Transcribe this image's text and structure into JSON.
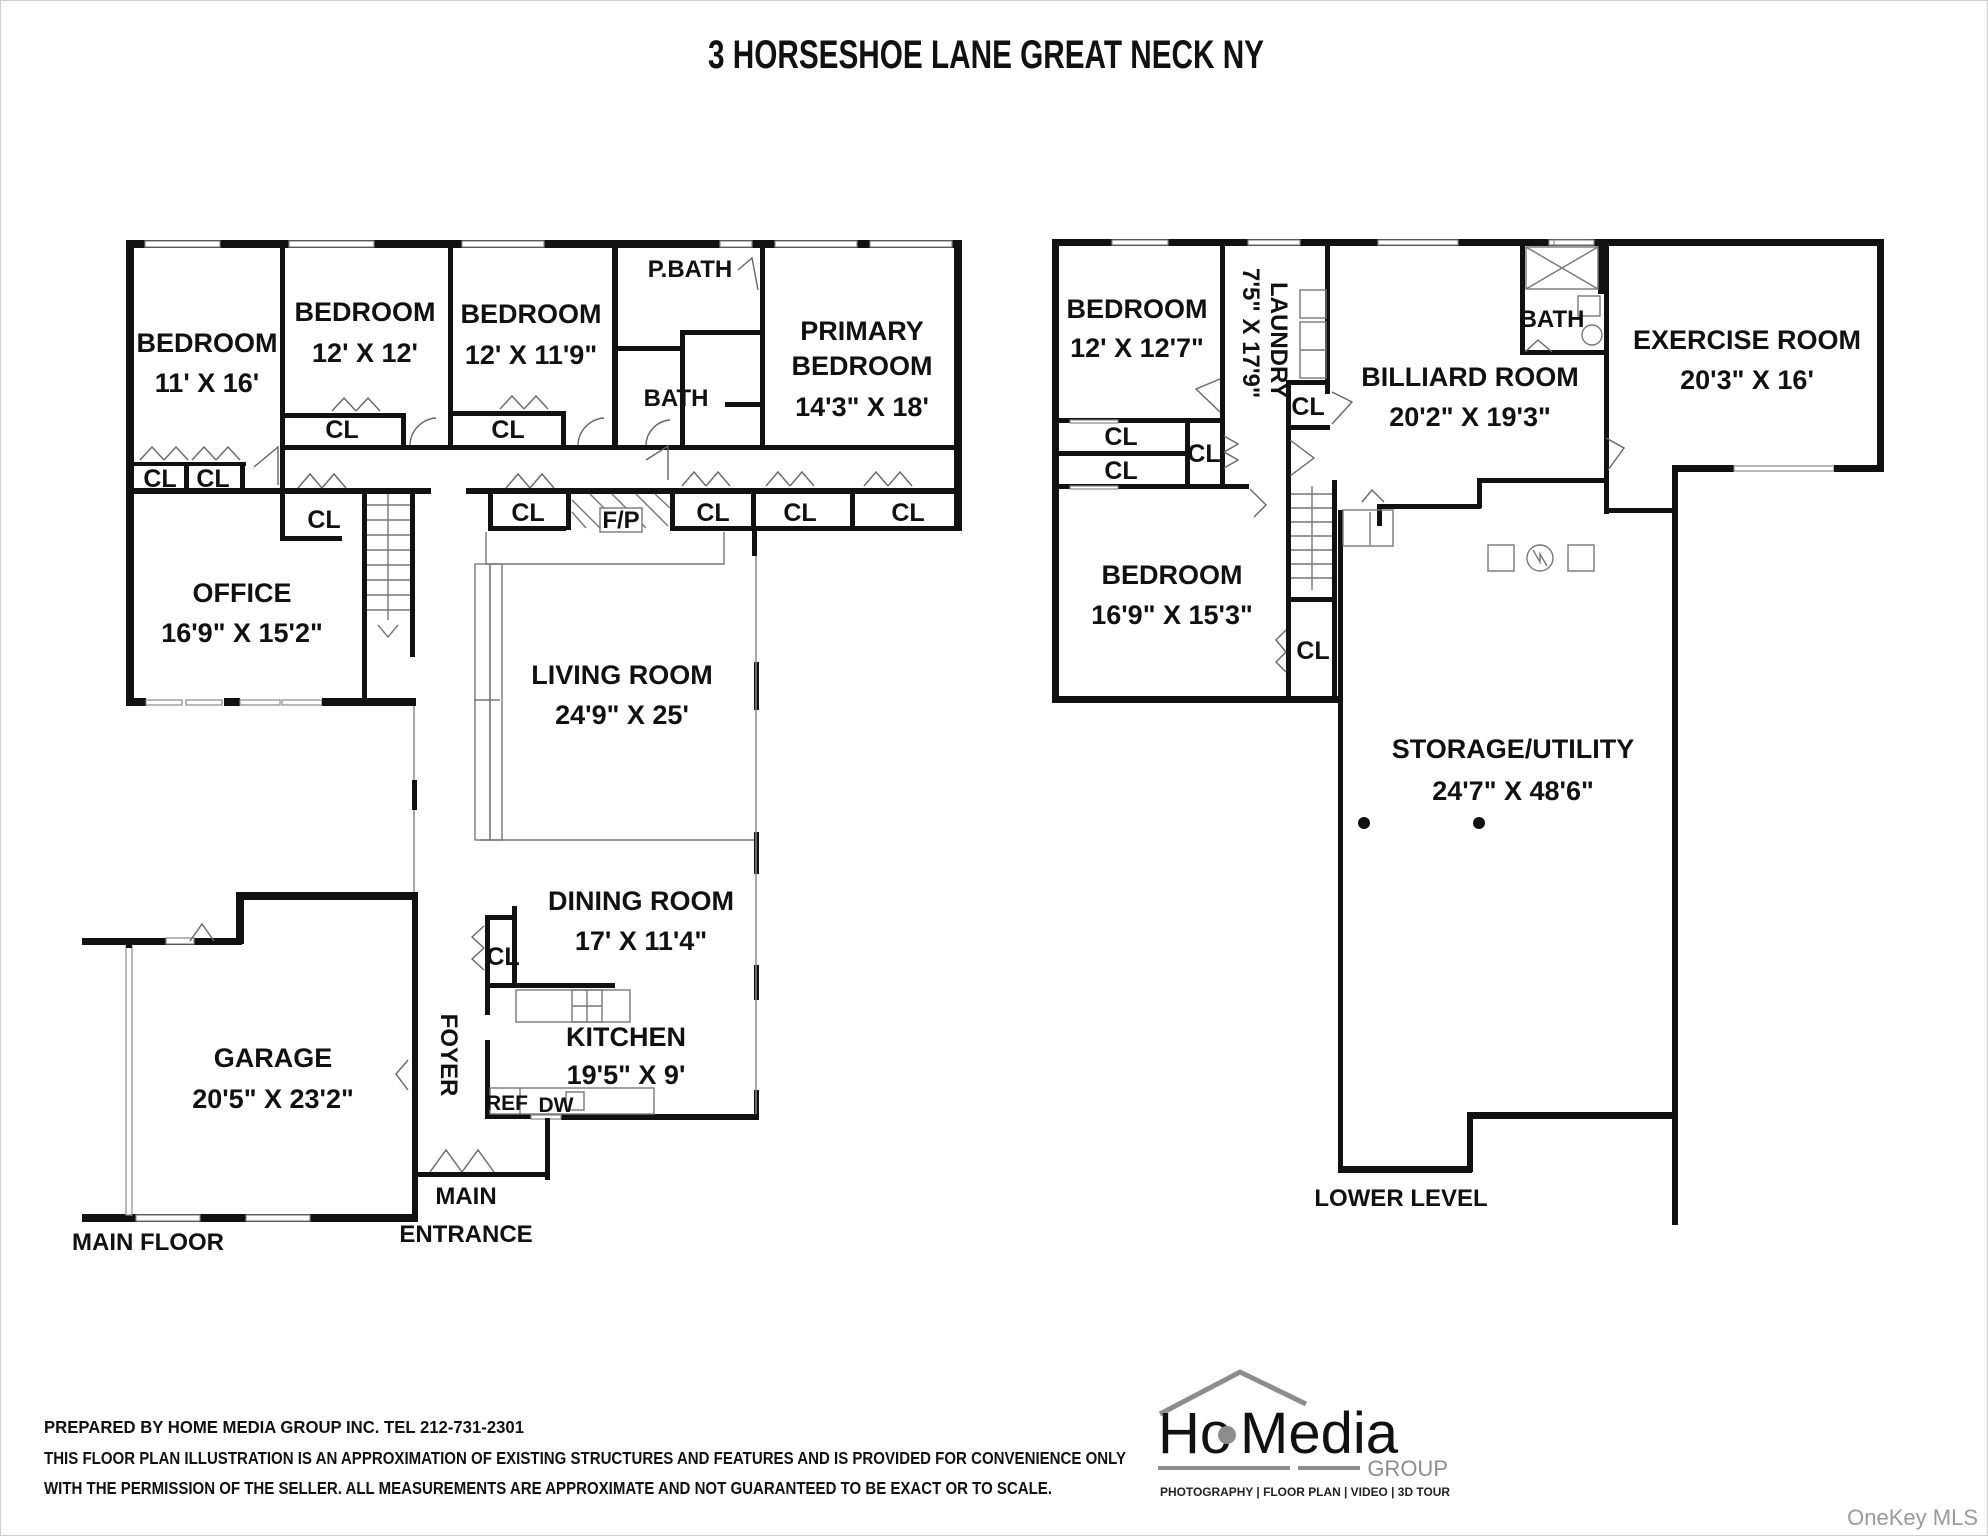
{
  "title": "3 HORSESHOE LANE GREAT NECK NY",
  "main_floor": {
    "label": "MAIN FLOOR",
    "rooms": [
      {
        "name": "BEDROOM",
        "dims": "11' X 16'"
      },
      {
        "name": "BEDROOM",
        "dims": "12' X 12'"
      },
      {
        "name": "BEDROOM",
        "dims": "12' X 11'9\""
      },
      {
        "name": "P.BATH",
        "dims": ""
      },
      {
        "name": "BATH",
        "dims": ""
      },
      {
        "name": "PRIMARY BEDROOM",
        "line1": "PRIMARY",
        "line2": "BEDROOM",
        "dims": "14'3\" X 18'"
      },
      {
        "name": "OFFICE",
        "dims": "16'9\" X 15'2\""
      },
      {
        "name": "LIVING ROOM",
        "dims": "24'9\" X 25'"
      },
      {
        "name": "DINING ROOM",
        "dims": "17' X 11'4\""
      },
      {
        "name": "KITCHEN",
        "dims": "19'5\" X 9'"
      },
      {
        "name": "GARAGE",
        "dims": "20'5\" X 23'2\""
      },
      {
        "name": "FOYER",
        "dims": ""
      }
    ],
    "closet_label": "CL",
    "fireplace_label": "F/P",
    "ref_label": "REF",
    "dw_label": "DW",
    "entrance_line1": "MAIN",
    "entrance_line2": "ENTRANCE"
  },
  "lower_level": {
    "label": "LOWER LEVEL",
    "rooms": [
      {
        "name": "BEDROOM",
        "dims": "12' X 12'7\""
      },
      {
        "name": "LAUNDRY",
        "dims": "7'5\" X 17'9\""
      },
      {
        "name": "BILLIARD ROOM",
        "dims": "20'2\" X 19'3\""
      },
      {
        "name": "BATH",
        "dims": ""
      },
      {
        "name": "EXERCISE ROOM",
        "dims": "20'3\" X 16'"
      },
      {
        "name": "BEDROOM",
        "dims": "16'9\" X 15'3\""
      },
      {
        "name": "STORAGE/UTILITY",
        "dims": "24'7\" X 48'6\""
      }
    ],
    "closet_label": "CL"
  },
  "footer": {
    "prepared_by": "PREPARED BY  HOME MEDIA GROUP INC.  TEL 212-731-2301",
    "disclaimer_1": "THIS FLOOR PLAN ILLUSTRATION IS AN APPROXIMATION OF EXISTING STRUCTURES AND FEATURES AND IS PROVIDED FOR CONVENIENCE ONLY",
    "disclaimer_2": "WITH THE PERMISSION OF THE SELLER. ALL MEASUREMENTS ARE APPROXIMATE AND NOT GUARANTEED TO BE EXACT OR TO SCALE."
  },
  "logo": {
    "text_ho": "Ho",
    "text_media": "Media",
    "text_group": "GROUP",
    "tagline": "PHOTOGRAPHY | FLOOR PLAN | VIDEO | 3D TOUR"
  },
  "watermark": "OneKey MLS"
}
